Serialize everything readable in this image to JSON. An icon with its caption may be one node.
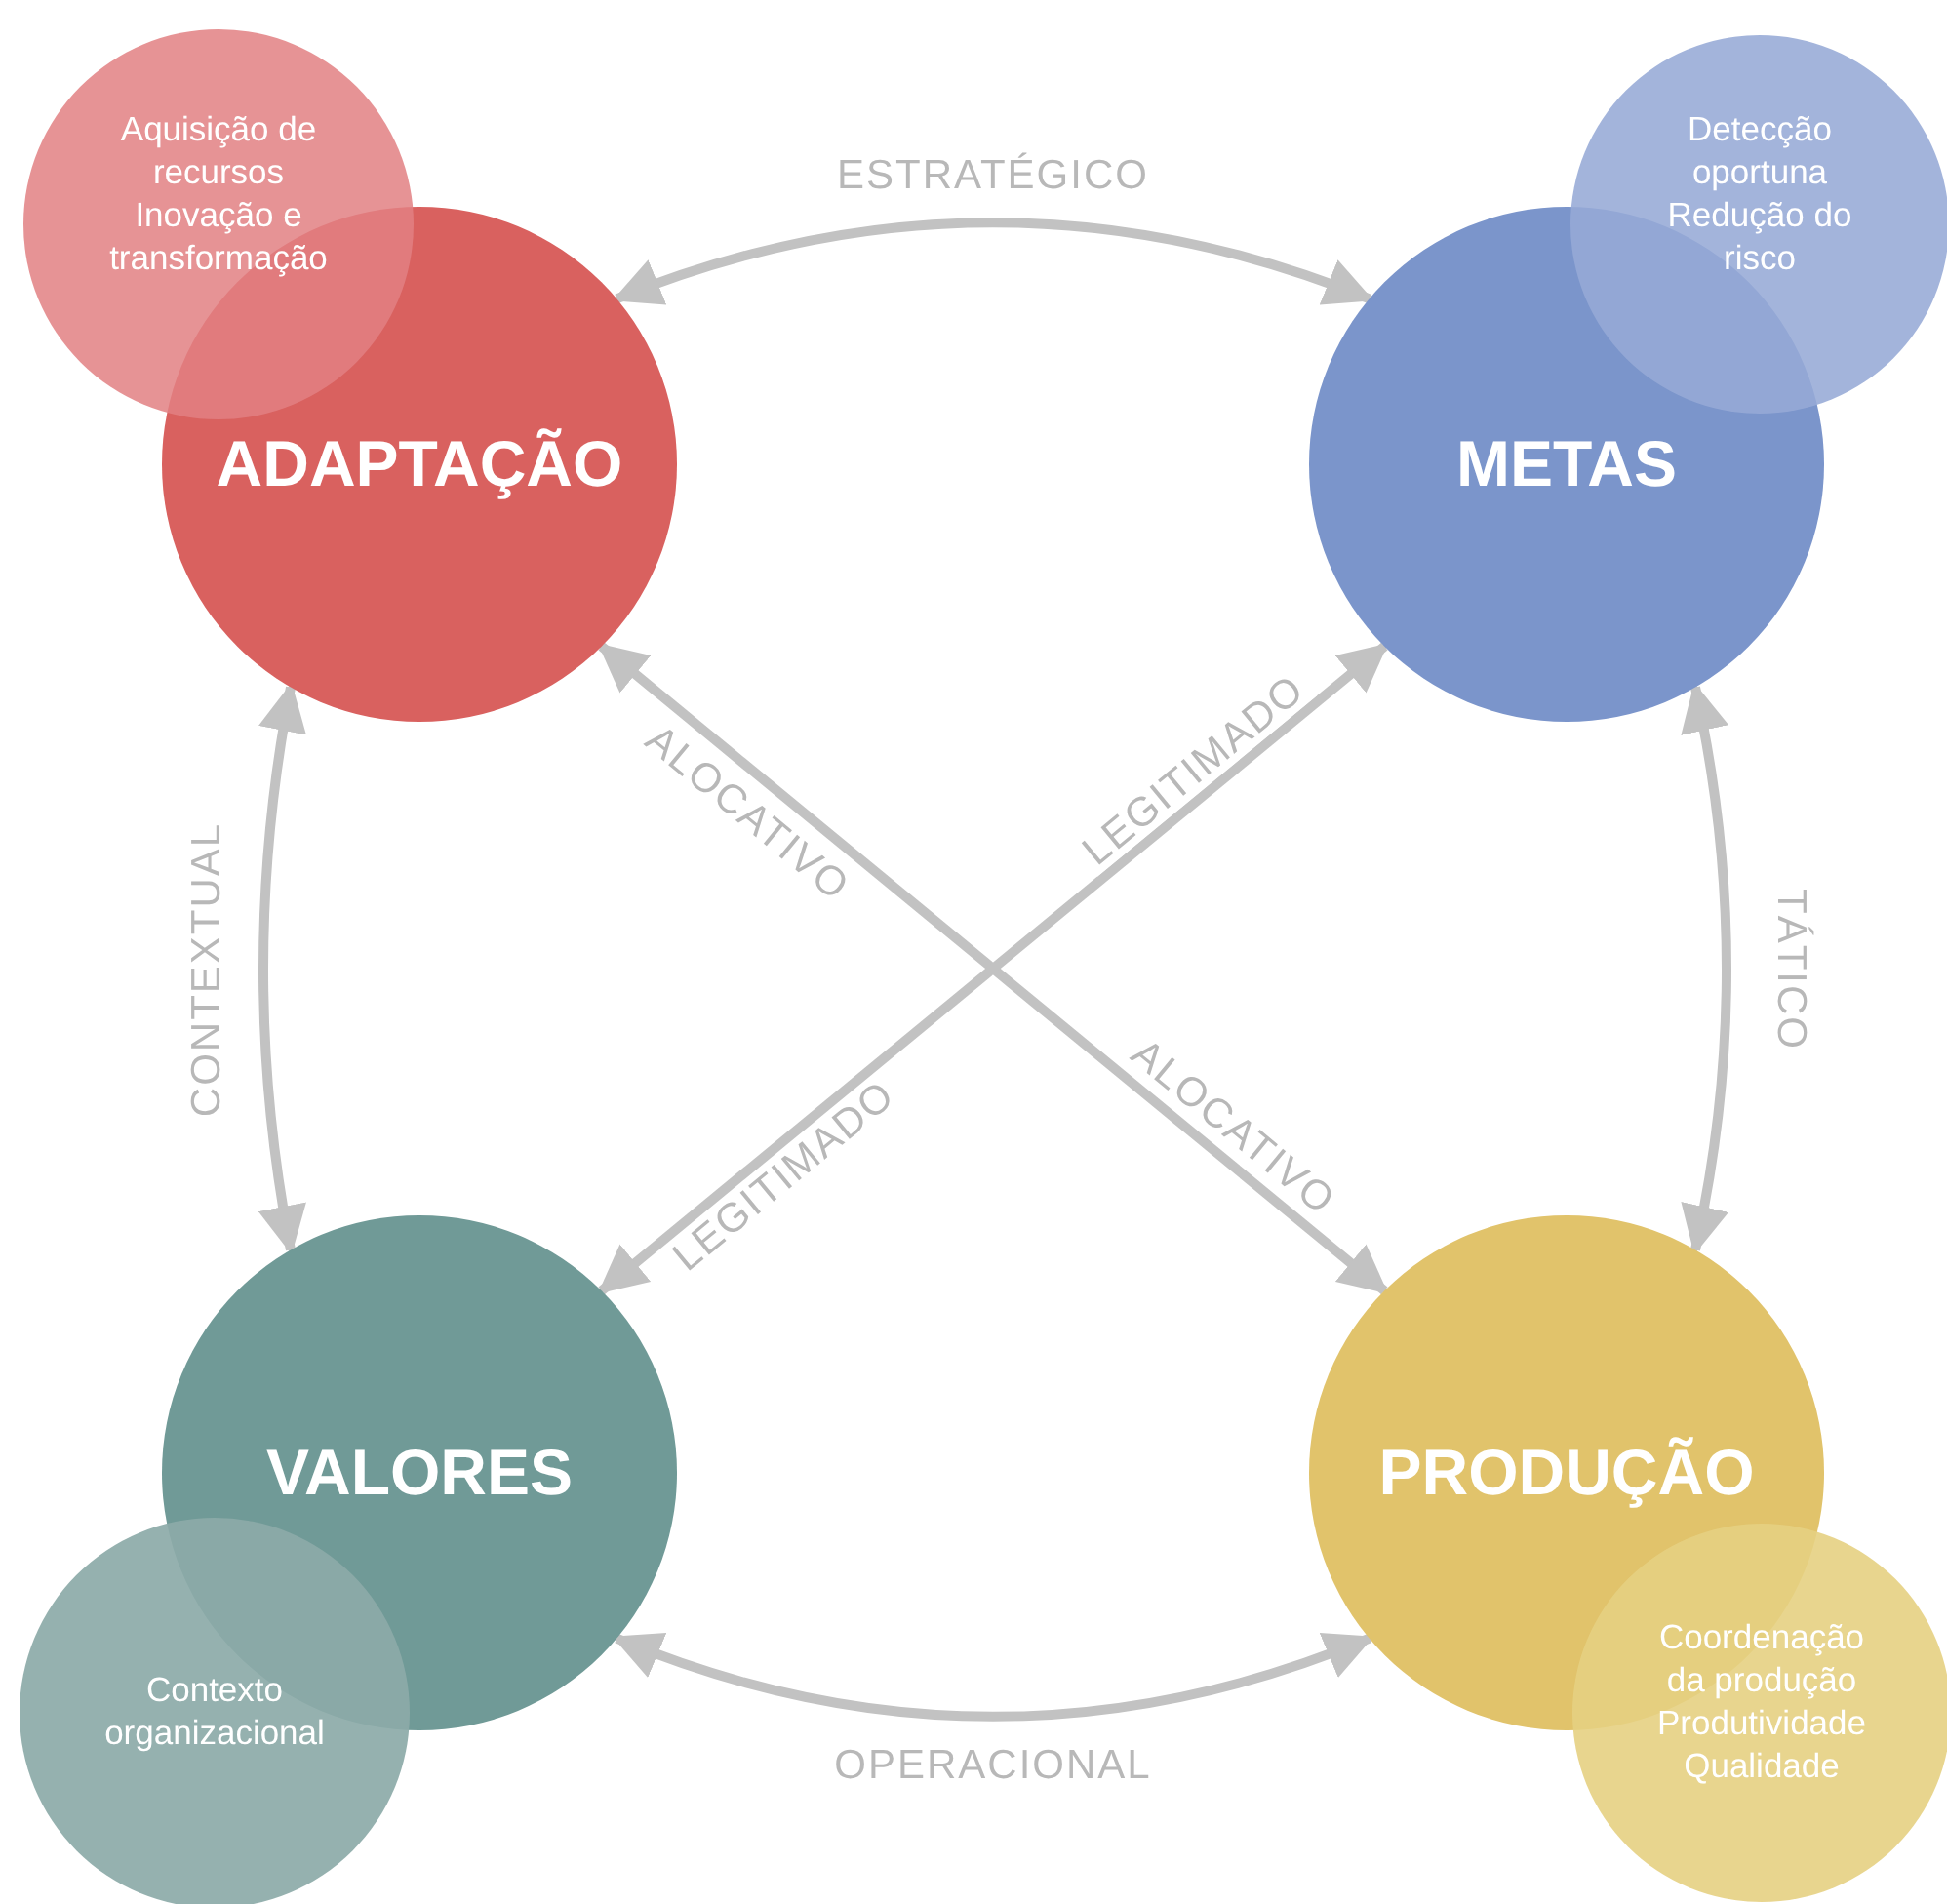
{
  "diagram": {
    "nodes": [
      {
        "text": [
          "ADAPTAÇÃO"
        ]
      },
      {
        "text": [
          "Aquisição de recursos",
          "Inovação e transformação"
        ]
      },
      {
        "text": [
          "METAS"
        ]
      },
      {
        "text": [
          "Detecção oportuna",
          "Redução do risco"
        ]
      },
      {
        "text": [
          "VALORES"
        ]
      },
      {
        "text": [
          "Contexto organizacional"
        ]
      },
      {
        "text": [
          "PRODUÇÃO"
        ]
      },
      {
        "text": [
          "Coordenação da produção",
          "Produtividade",
          "Qualidade"
        ]
      }
    ],
    "edges": [
      {
        "from": 0,
        "to": 2,
        "arrow": "both",
        "label": "ESTRATÉGICO"
      },
      {
        "from": 2,
        "to": 6,
        "arrow": "both",
        "label": "TÁTICO"
      },
      {
        "from": 4,
        "to": 6,
        "arrow": "both",
        "label": "OPERACIONAL"
      },
      {
        "from": 0,
        "to": 4,
        "arrow": "both",
        "label": "CONTEXTUAL"
      },
      {
        "from": 0,
        "to": 6,
        "arrow": "both",
        "label": "ALOCATIVO"
      },
      {
        "from": 4,
        "to": 2,
        "arrow": "both",
        "label": "LEGITIMADO"
      }
    ],
    "labels": [
      "ALOCATIVO",
      "LEGITIMADO"
    ]
  }
}
